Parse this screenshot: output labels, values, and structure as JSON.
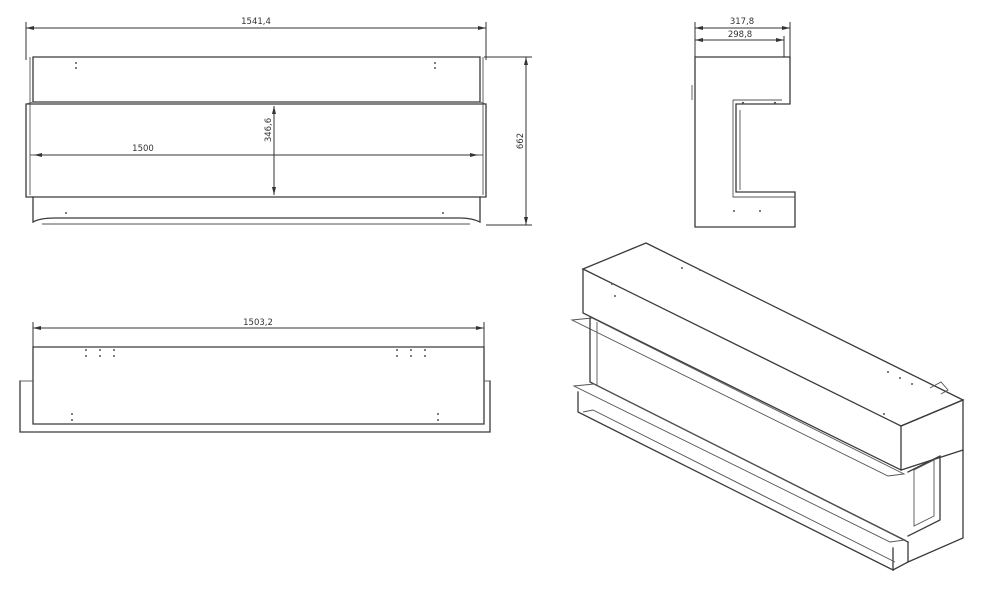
{
  "dimensions": {
    "front_overall_width": "1541,4",
    "front_inner_width": "1500",
    "front_inner_height": "346,6",
    "front_overall_height": "662",
    "side_overall_depth": "317,8",
    "side_inner_depth": "298,8",
    "top_width": "1503,2"
  },
  "colors": {
    "line": "#3a3a3a",
    "background": "#ffffff"
  }
}
